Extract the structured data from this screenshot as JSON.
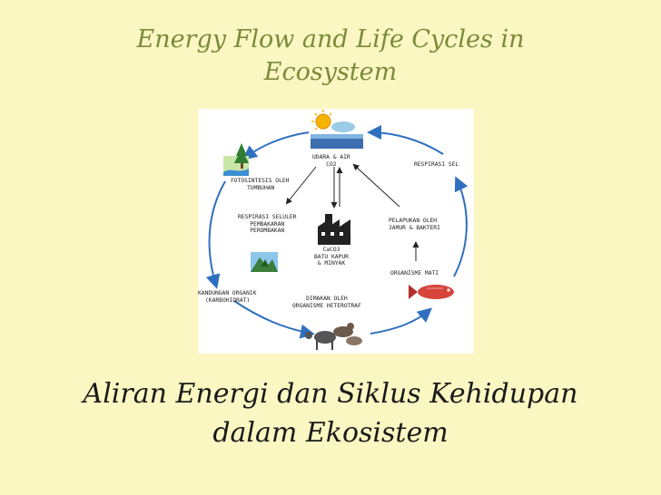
{
  "title_lines": [
    "Energy Flow and Life Cycles in",
    "Ecosystem"
  ],
  "subtitle_lines": [
    "Aliran Energi dan Siklus Kehidupan",
    "dalam Ekosistem"
  ],
  "colors": {
    "background": "#fbf7c2",
    "title": "#7a8a3a",
    "arrow": "#2f6fbf",
    "subtitle": "#1a1a1a"
  },
  "diagram": {
    "labels": {
      "air": [
        "UDARA & AIR",
        "CO2"
      ],
      "photo": [
        "FOTOSINTESIS OLEH",
        "TUMBUHAN"
      ],
      "resp_cell": [
        "RESPIRASI SEL"
      ],
      "resp_burn": [
        "RESPIRASI SELULER",
        "PEMBAKARAN",
        "PEROMBAKAN"
      ],
      "decomp": [
        "PELAPUKAN OLEH",
        "JAMUR & BAKTERI"
      ],
      "caco": [
        "CaCO3",
        "BATU KAPUR",
        "& MINYAK"
      ],
      "dead": [
        "ORGANISME MATI"
      ],
      "organic": [
        "KANDUNGAN ORGANIK",
        "(KARBOHIDRAT)"
      ],
      "eaten": [
        "DIMAKAN OLEH",
        "ORGANISME HETEROTRAF"
      ]
    },
    "icons": [
      "sun-icon",
      "tree-icon",
      "factory-icon",
      "landscape-icon",
      "fish-icon",
      "animals-icon"
    ]
  }
}
